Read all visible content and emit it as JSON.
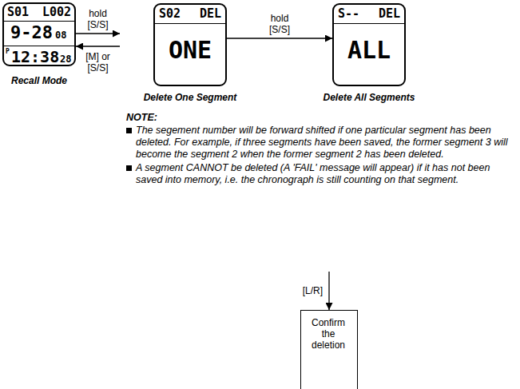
{
  "diagram": {
    "nodes": [
      {
        "text": [
          "S01",
          "L002",
          "9-28",
          "08",
          "P",
          "12:38",
          "28",
          "Recall Mode"
        ]
      },
      {
        "text": [
          "NOTE:",
          "The segement number will be forward shifted if one particular segment has been deleted. For example, if three segments have been saved, the former segment 3 will become the segment 2 when the former segment 2 has been deleted.",
          "A segment CANNOT be deleted (A 'FAIL' message will appear) if it has not been saved into memory, i.e. the chronograph is still counting on that segment."
        ]
      },
      {
        "text": [
          "S02",
          "DEL",
          "ONE",
          "Delete One Segment"
        ],
        "in": 1
      },
      {
        "text": [
          "S--",
          "DEL",
          "ALL",
          "Delete All Segments"
        ],
        "in": 1
      },
      {
        "text": [
          "Confirm the deletion"
        ]
      }
    ],
    "edges": [
      {
        "from": 0,
        "to": 1,
        "arrow": "to",
        "label": "hold [S/S]"
      },
      {
        "from": 1,
        "to": 0,
        "arrow": "to",
        "label": "[M] or [S/S]"
      },
      {
        "from": 2,
        "to": 3,
        "arrow": "to",
        "label": "hold [S/S]"
      },
      {
        "from": 1,
        "to": 4,
        "arrow": "to",
        "label": "[L/R]"
      }
    ]
  }
}
